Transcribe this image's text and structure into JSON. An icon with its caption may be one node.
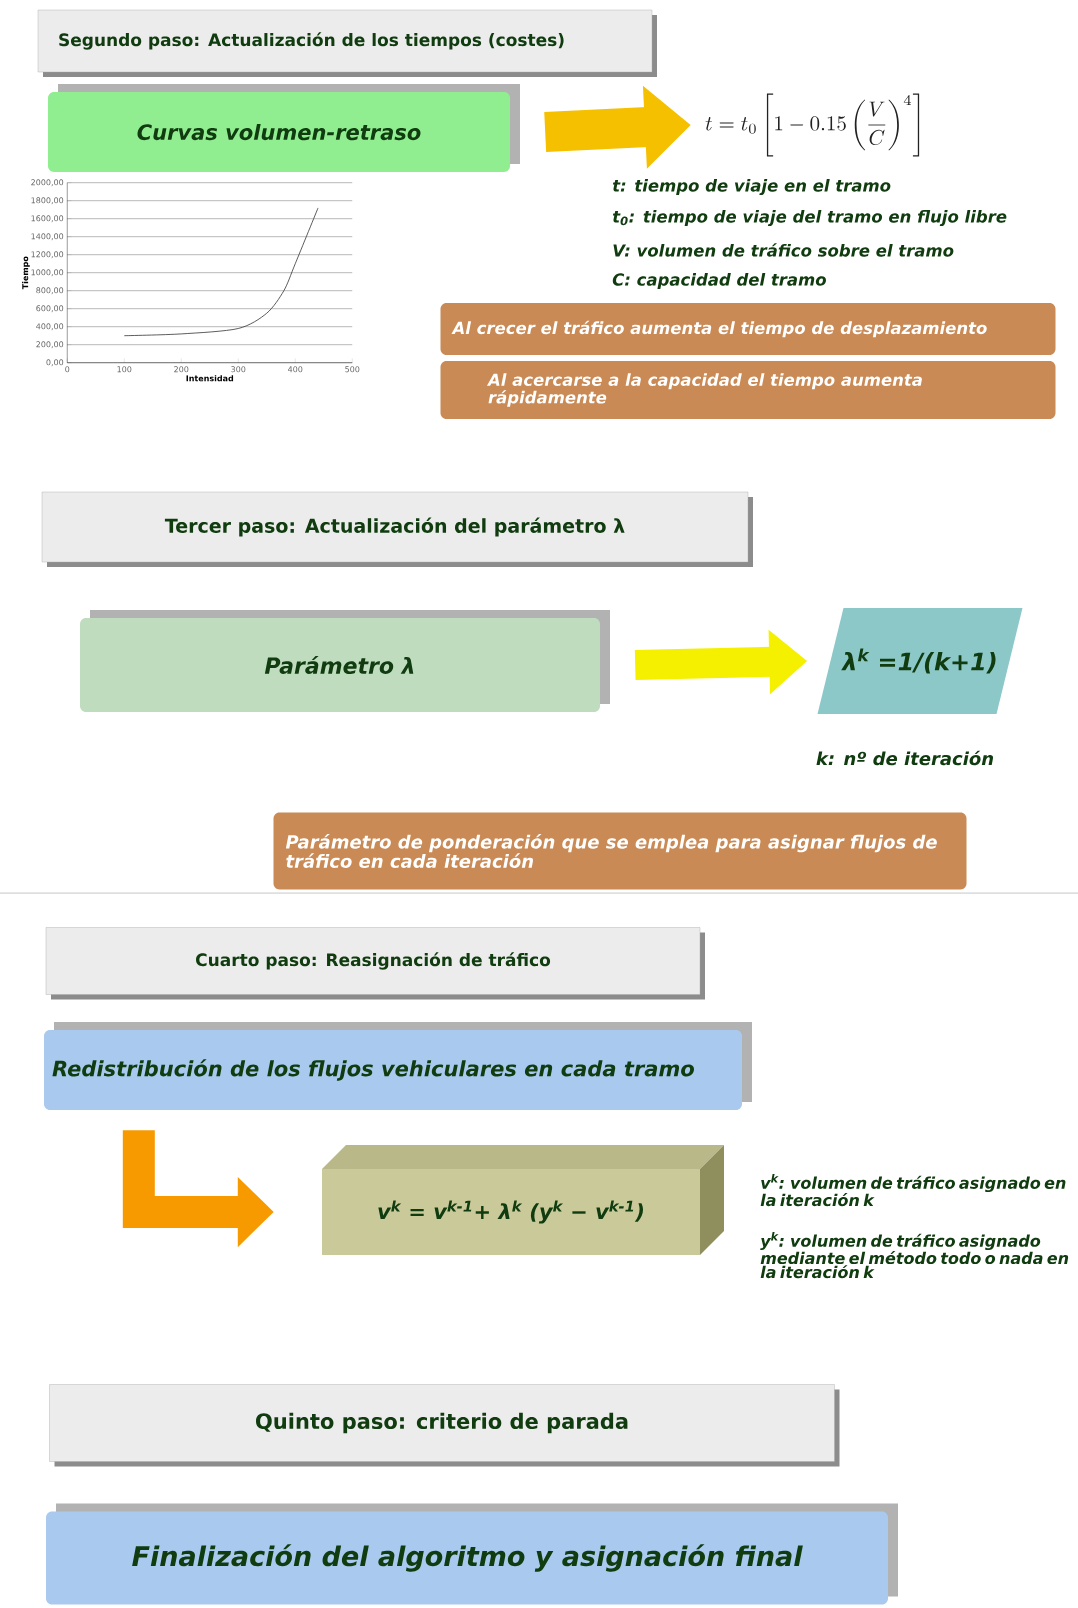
{
  "diagram": {
    "nodes": [
      {
        "text": [
          "Segundo paso: Actualización de los tiempos (costes)"
        ]
      },
      {
        "text": [
          "Curvas volumen-retraso"
        ]
      },
      {
        "text": [
          "t = t_0\\left[1 - 0.15\\left(\\frac{V}{C}\\right)^{4}\\right]"
        ]
      },
      {
        "text": [
          "Al crecer el tráfico aumenta el tiempo de desplazamiento"
        ]
      },
      {
        "text": [
          "Al acercarse a la capacidad el tiempo aumenta rápidamente"
        ]
      },
      {
        "text": [
          "Tercer paso: Actualización del parámetro λ"
        ]
      },
      {
        "text": [
          "Parámetro λ"
        ]
      },
      {
        "text": [
          "λ$^{k}$ =1/(k+1)"
        ],
        "beside": [
          "k: nº de iteración"
        ]
      },
      {
        "text": [
          "Parámetro de ponderación que se emplea para asignar flujos de tráfico en cada iteración"
        ]
      },
      {
        "text": [
          "Cuarto paso: Reasignación de tráfico"
        ]
      },
      {
        "text": [
          "Redistribución de los flujos vehiculares en cada tramo"
        ]
      },
      {
        "text": [
          "v$^{k}$ = v$^{k-1}$+ λ$^{k}$ (y$^{k}$ − v$^{k-1}$)"
        ],
        "beside": [
          "v$^{k}$: volumen de tráfico asignado en la iteración k",
          "y$^{k}$: volumen de tráfico asignado mediante el método todo o nada en la iteración k"
        ]
      },
      {
        "text": [
          "Quinto paso: criterio de parada"
        ]
      },
      {
        "text": [
          "Finalización del algoritmo y asignación final"
        ]
      }
    ],
    "edges": [
      {
        "from": 1,
        "to": 2,
        "arrow": "to",
        "color": "#f5c000"
      },
      {
        "from": 6,
        "to": 7,
        "arrow": "to",
        "color": "#f4f000"
      },
      {
        "from": 10,
        "to": 11,
        "arrow": "to",
        "color": "#f79a00"
      }
    ],
    "labels": [
      "t: tiempo de viaje en el tramo",
      "t$_{0}$: tiempo de viaje del tramo en flujo libre",
      "V: volumen de tráfico sobre el tramo",
      "C: capacidad del tramo"
    ],
    "chart_data": {
      "type": "line",
      "xlabel": "Intensidad",
      "ylabel": "Tiempo",
      "x": [
        100,
        200,
        300,
        350,
        380,
        400,
        440
      ],
      "series": [
        {
          "color": "#333333",
          "values": [
            300,
            320,
            380,
            550,
            800,
            1100,
            1720
          ]
        }
      ],
      "xlim": [
        0,
        500
      ],
      "ylim": [
        0,
        2000
      ],
      "grid": true,
      "xticks": [
        0,
        100,
        200,
        300,
        400,
        500
      ],
      "yticks": [
        {
          "value": 0,
          "label": "0,00"
        },
        {
          "value": 200,
          "label": "200,00"
        },
        {
          "value": 400,
          "label": "400,00"
        },
        {
          "value": 600,
          "label": "600,00"
        },
        {
          "value": 800,
          "label": "800,00"
        },
        {
          "value": 1000,
          "label": "1000,00"
        },
        {
          "value": 1200,
          "label": "1200,00"
        },
        {
          "value": 1400,
          "label": "1400,00"
        },
        {
          "value": 1600,
          "label": "1600,00"
        },
        {
          "value": 1800,
          "label": "1800,00"
        },
        {
          "value": 2000,
          "label": "2000,00"
        }
      ]
    }
  }
}
